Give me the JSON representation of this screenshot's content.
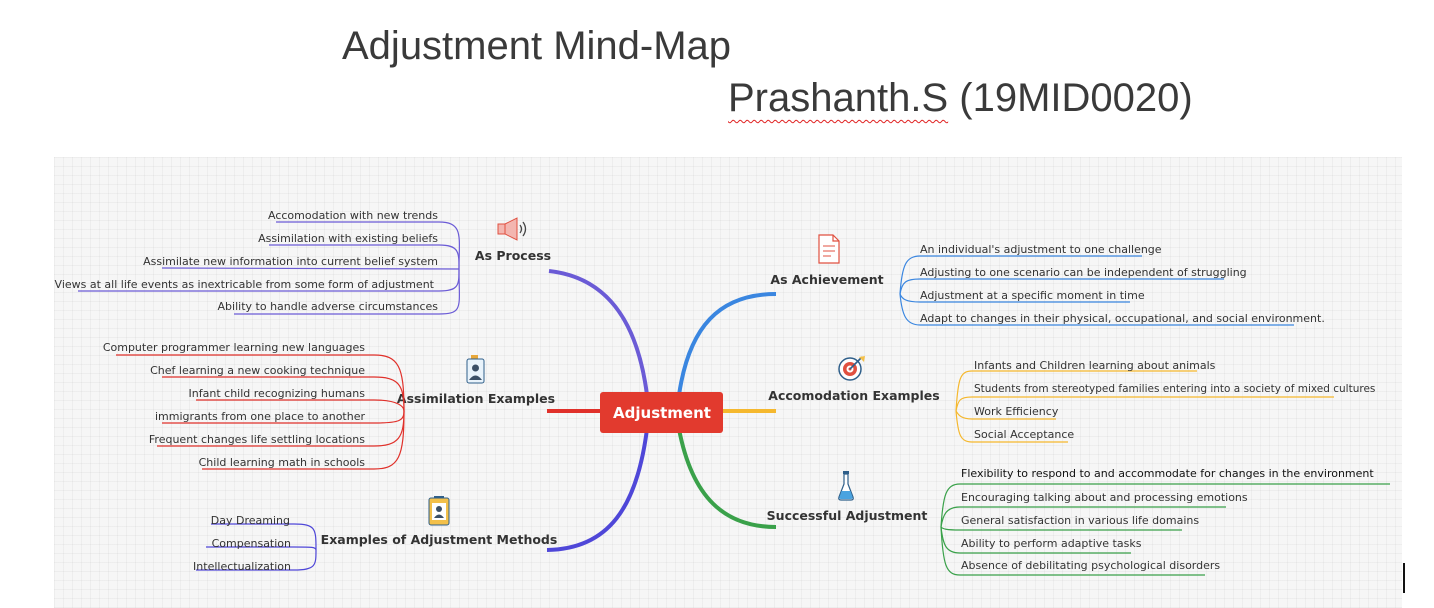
{
  "title": "Adjustment Mind-Map",
  "author": {
    "name": "Prashanth.S",
    "id": "(19MID0020)"
  },
  "central": {
    "label": "Adjustment",
    "color": "#e23a2e"
  },
  "branches": {
    "process": {
      "label": "As Process",
      "icon": "megaphone-icon",
      "color": "#6b5bd6",
      "items": [
        "Accomodation with new trends",
        "Assimilation with existing beliefs",
        "Assimilate new information into current belief system",
        "Views at all life events as inextricable from some form of adjustment",
        "Ability to handle adverse circumstances"
      ]
    },
    "assimilation": {
      "label": "Assimilation Examples",
      "icon": "id-badge-icon",
      "color": "#e0302a",
      "items": [
        "Computer programmer learning new languages",
        "Chef learning a new cooking technique",
        "Infant child recognizing humans",
        "immigrants from one place to another",
        "Frequent changes life settling locations",
        "Child learning math in schools"
      ]
    },
    "methods": {
      "label": "Examples of Adjustment Methods",
      "icon": "clipboard-icon",
      "color": "#4f47d8",
      "items": [
        "Day Dreaming",
        "Compensation",
        "Intellectualization"
      ]
    },
    "achievement": {
      "label": "As Achievement",
      "icon": "document-icon",
      "color": "#3a86e0",
      "items": [
        "An individual's adjustment to one challenge",
        "Adjusting to one scenario can be independent of struggling",
        "Adjustment at a specific moment in time",
        "Adapt to changes in their physical, occupational, and social environment."
      ]
    },
    "accomodation": {
      "label": "Accomodation Examples",
      "icon": "target-icon",
      "color": "#f5b82e",
      "items": [
        "Infants and Children learning about animals",
        "Students from stereotyped families entering into a society of mixed cultures",
        "Work Efficiency",
        "Social Acceptance"
      ]
    },
    "successful": {
      "label": "Successful Adjustment",
      "icon": "flask-icon",
      "color": "#3aa14a",
      "items": [
        "Flexibility to respond to and accommodate for changes in the environment",
        "Encouraging talking about and processing emotions",
        "General satisfaction in various life domains",
        "Ability to perform adaptive tasks",
        "Absence of debilitating psychological disorders"
      ]
    }
  }
}
